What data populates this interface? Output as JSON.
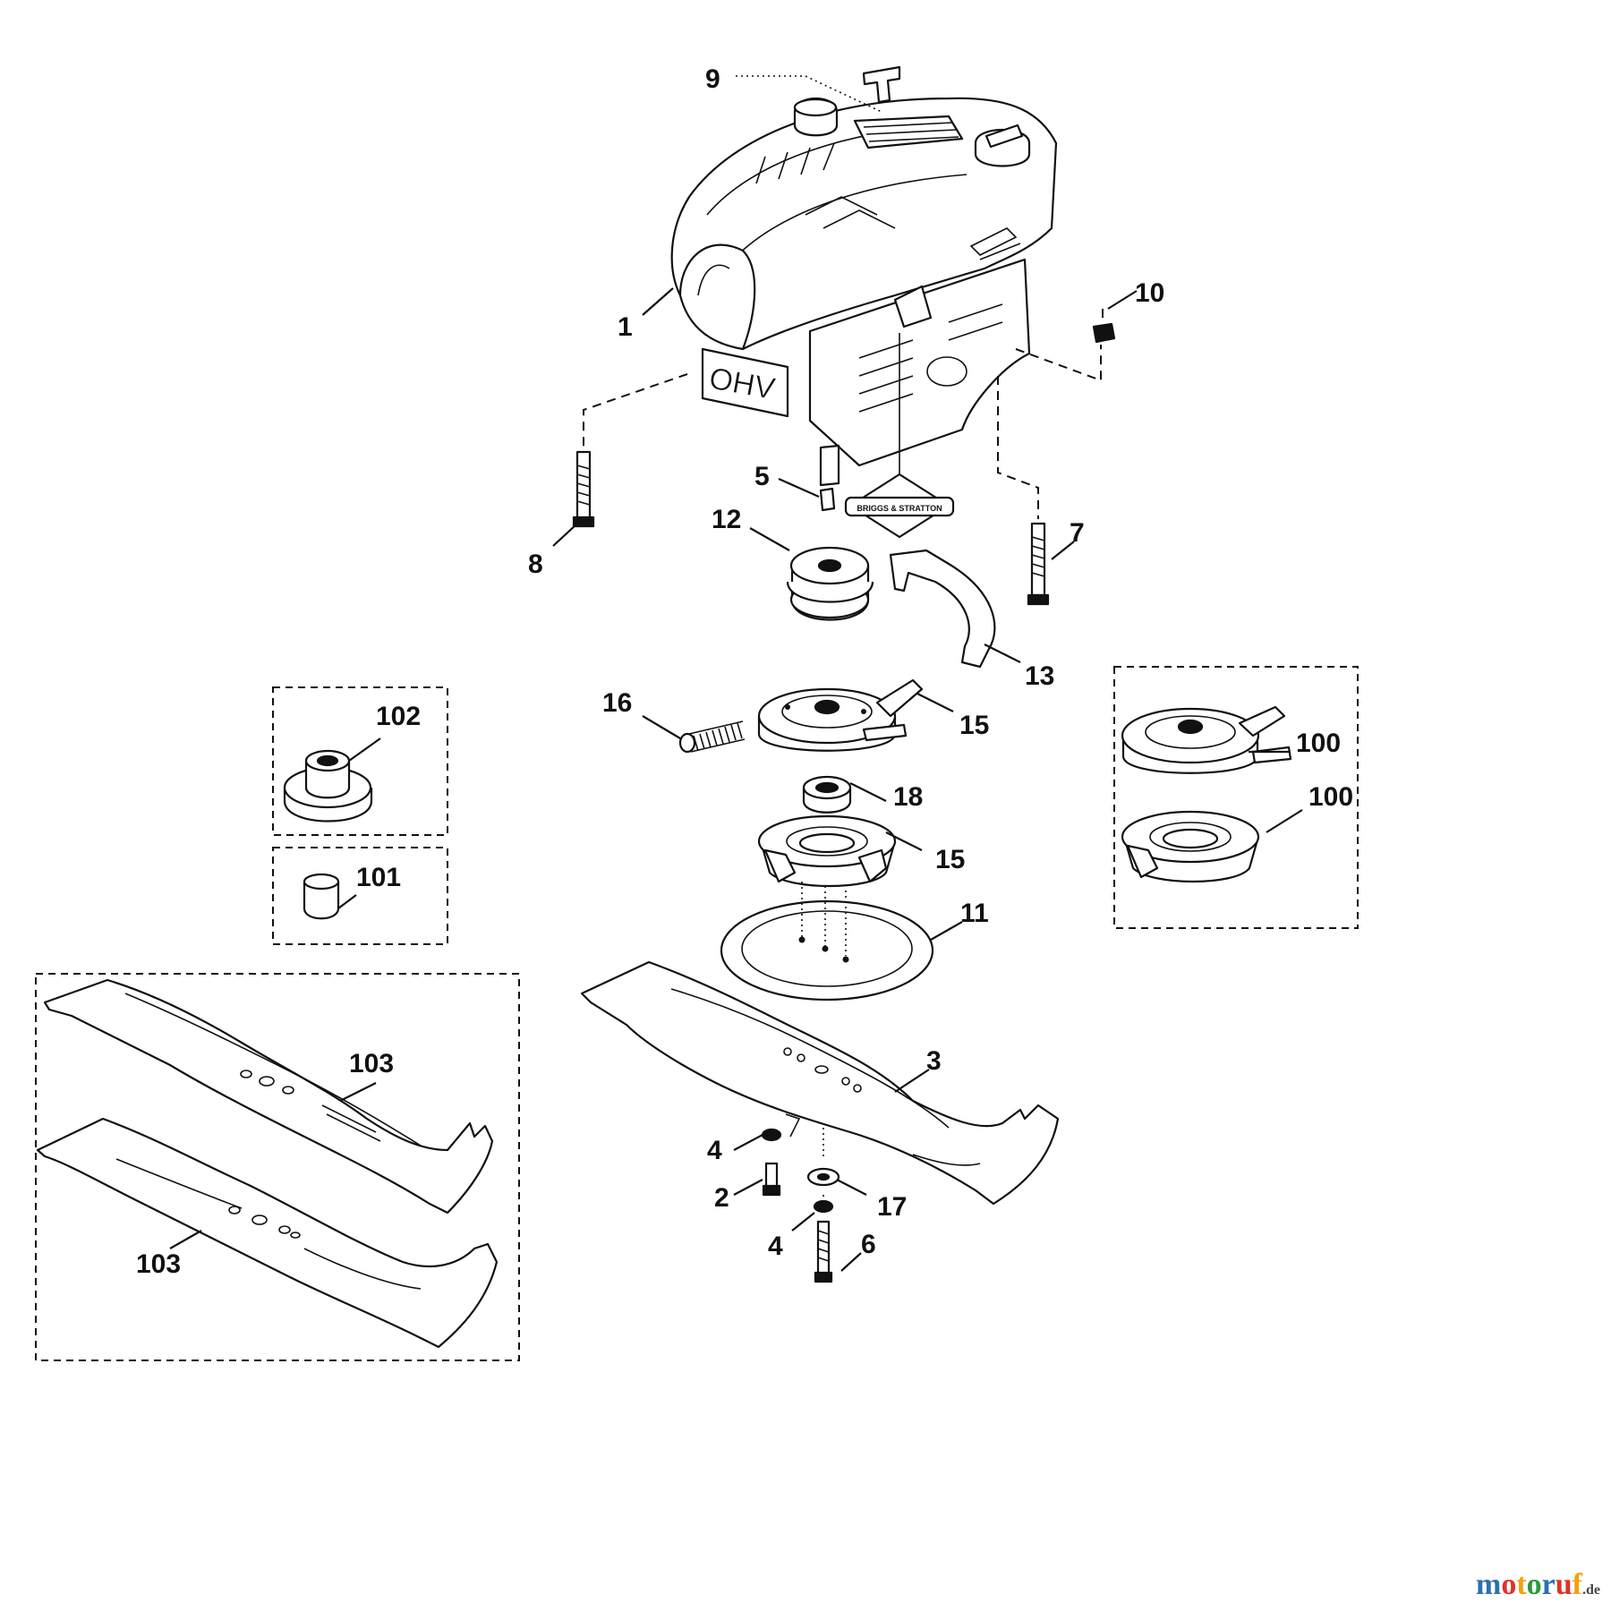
{
  "callouts": [
    {
      "id": "c1",
      "text": "1"
    },
    {
      "id": "c2",
      "text": "2"
    },
    {
      "id": "c3",
      "text": "3"
    },
    {
      "id": "c4a",
      "text": "4"
    },
    {
      "id": "c4b",
      "text": "4"
    },
    {
      "id": "c5",
      "text": "5"
    },
    {
      "id": "c6",
      "text": "6"
    },
    {
      "id": "c7",
      "text": "7"
    },
    {
      "id": "c8",
      "text": "8"
    },
    {
      "id": "c9",
      "text": "9"
    },
    {
      "id": "c10",
      "text": "10"
    },
    {
      "id": "c11",
      "text": "11"
    },
    {
      "id": "c12",
      "text": "12"
    },
    {
      "id": "c13",
      "text": "13"
    },
    {
      "id": "c15a",
      "text": "15"
    },
    {
      "id": "c15b",
      "text": "15"
    },
    {
      "id": "c16",
      "text": "16"
    },
    {
      "id": "c17",
      "text": "17"
    },
    {
      "id": "c18",
      "text": "18"
    },
    {
      "id": "c100a",
      "text": "100"
    },
    {
      "id": "c100b",
      "text": "100"
    },
    {
      "id": "c101",
      "text": "101"
    },
    {
      "id": "c102",
      "text": "102"
    },
    {
      "id": "c103a",
      "text": "103"
    },
    {
      "id": "c103b",
      "text": "103"
    }
  ],
  "engine_marking": "OHV",
  "brand_decal": "BRIGGS & STRATTON",
  "watermark": {
    "letters": [
      {
        "ch": "m",
        "color": "#2a6fb5"
      },
      {
        "ch": "o",
        "color": "#e0302a"
      },
      {
        "ch": "t",
        "color": "#f2a20c"
      },
      {
        "ch": "o",
        "color": "#2a9a3c"
      },
      {
        "ch": "r",
        "color": "#2a6fb5"
      },
      {
        "ch": "u",
        "color": "#e0302a"
      },
      {
        "ch": "f",
        "color": "#f2a20c"
      }
    ],
    "tld": ".de"
  }
}
